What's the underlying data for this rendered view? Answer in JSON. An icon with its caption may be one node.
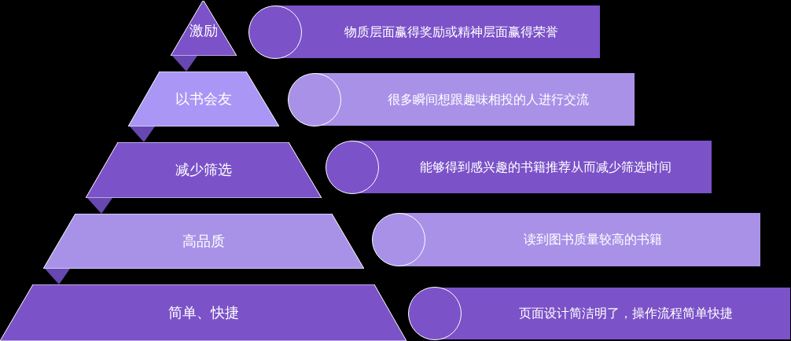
{
  "diagram": {
    "nodes": [
      {
        "text": [
          "激励"
        ]
      },
      {
        "text": [
          "以书会友"
        ]
      },
      {
        "text": [
          "减少筛选"
        ]
      },
      {
        "text": [
          "高品质"
        ]
      },
      {
        "text": [
          "简单、快捷"
        ]
      },
      {
        "text": [
          "物质层面赢得奖励或精神层面赢得荣誉"
        ]
      },
      {
        "text": [
          "很多瞬间想跟趣味相投的人进行交流"
        ]
      },
      {
        "text": [
          "能够得到感兴趣的书籍推荐从而减少筛选时间"
        ]
      },
      {
        "text": [
          "读到图书质量较高的书籍"
        ]
      },
      {
        "text": [
          "页面设计简洁明了，操作流程简单快捷"
        ]
      }
    ]
  }
}
